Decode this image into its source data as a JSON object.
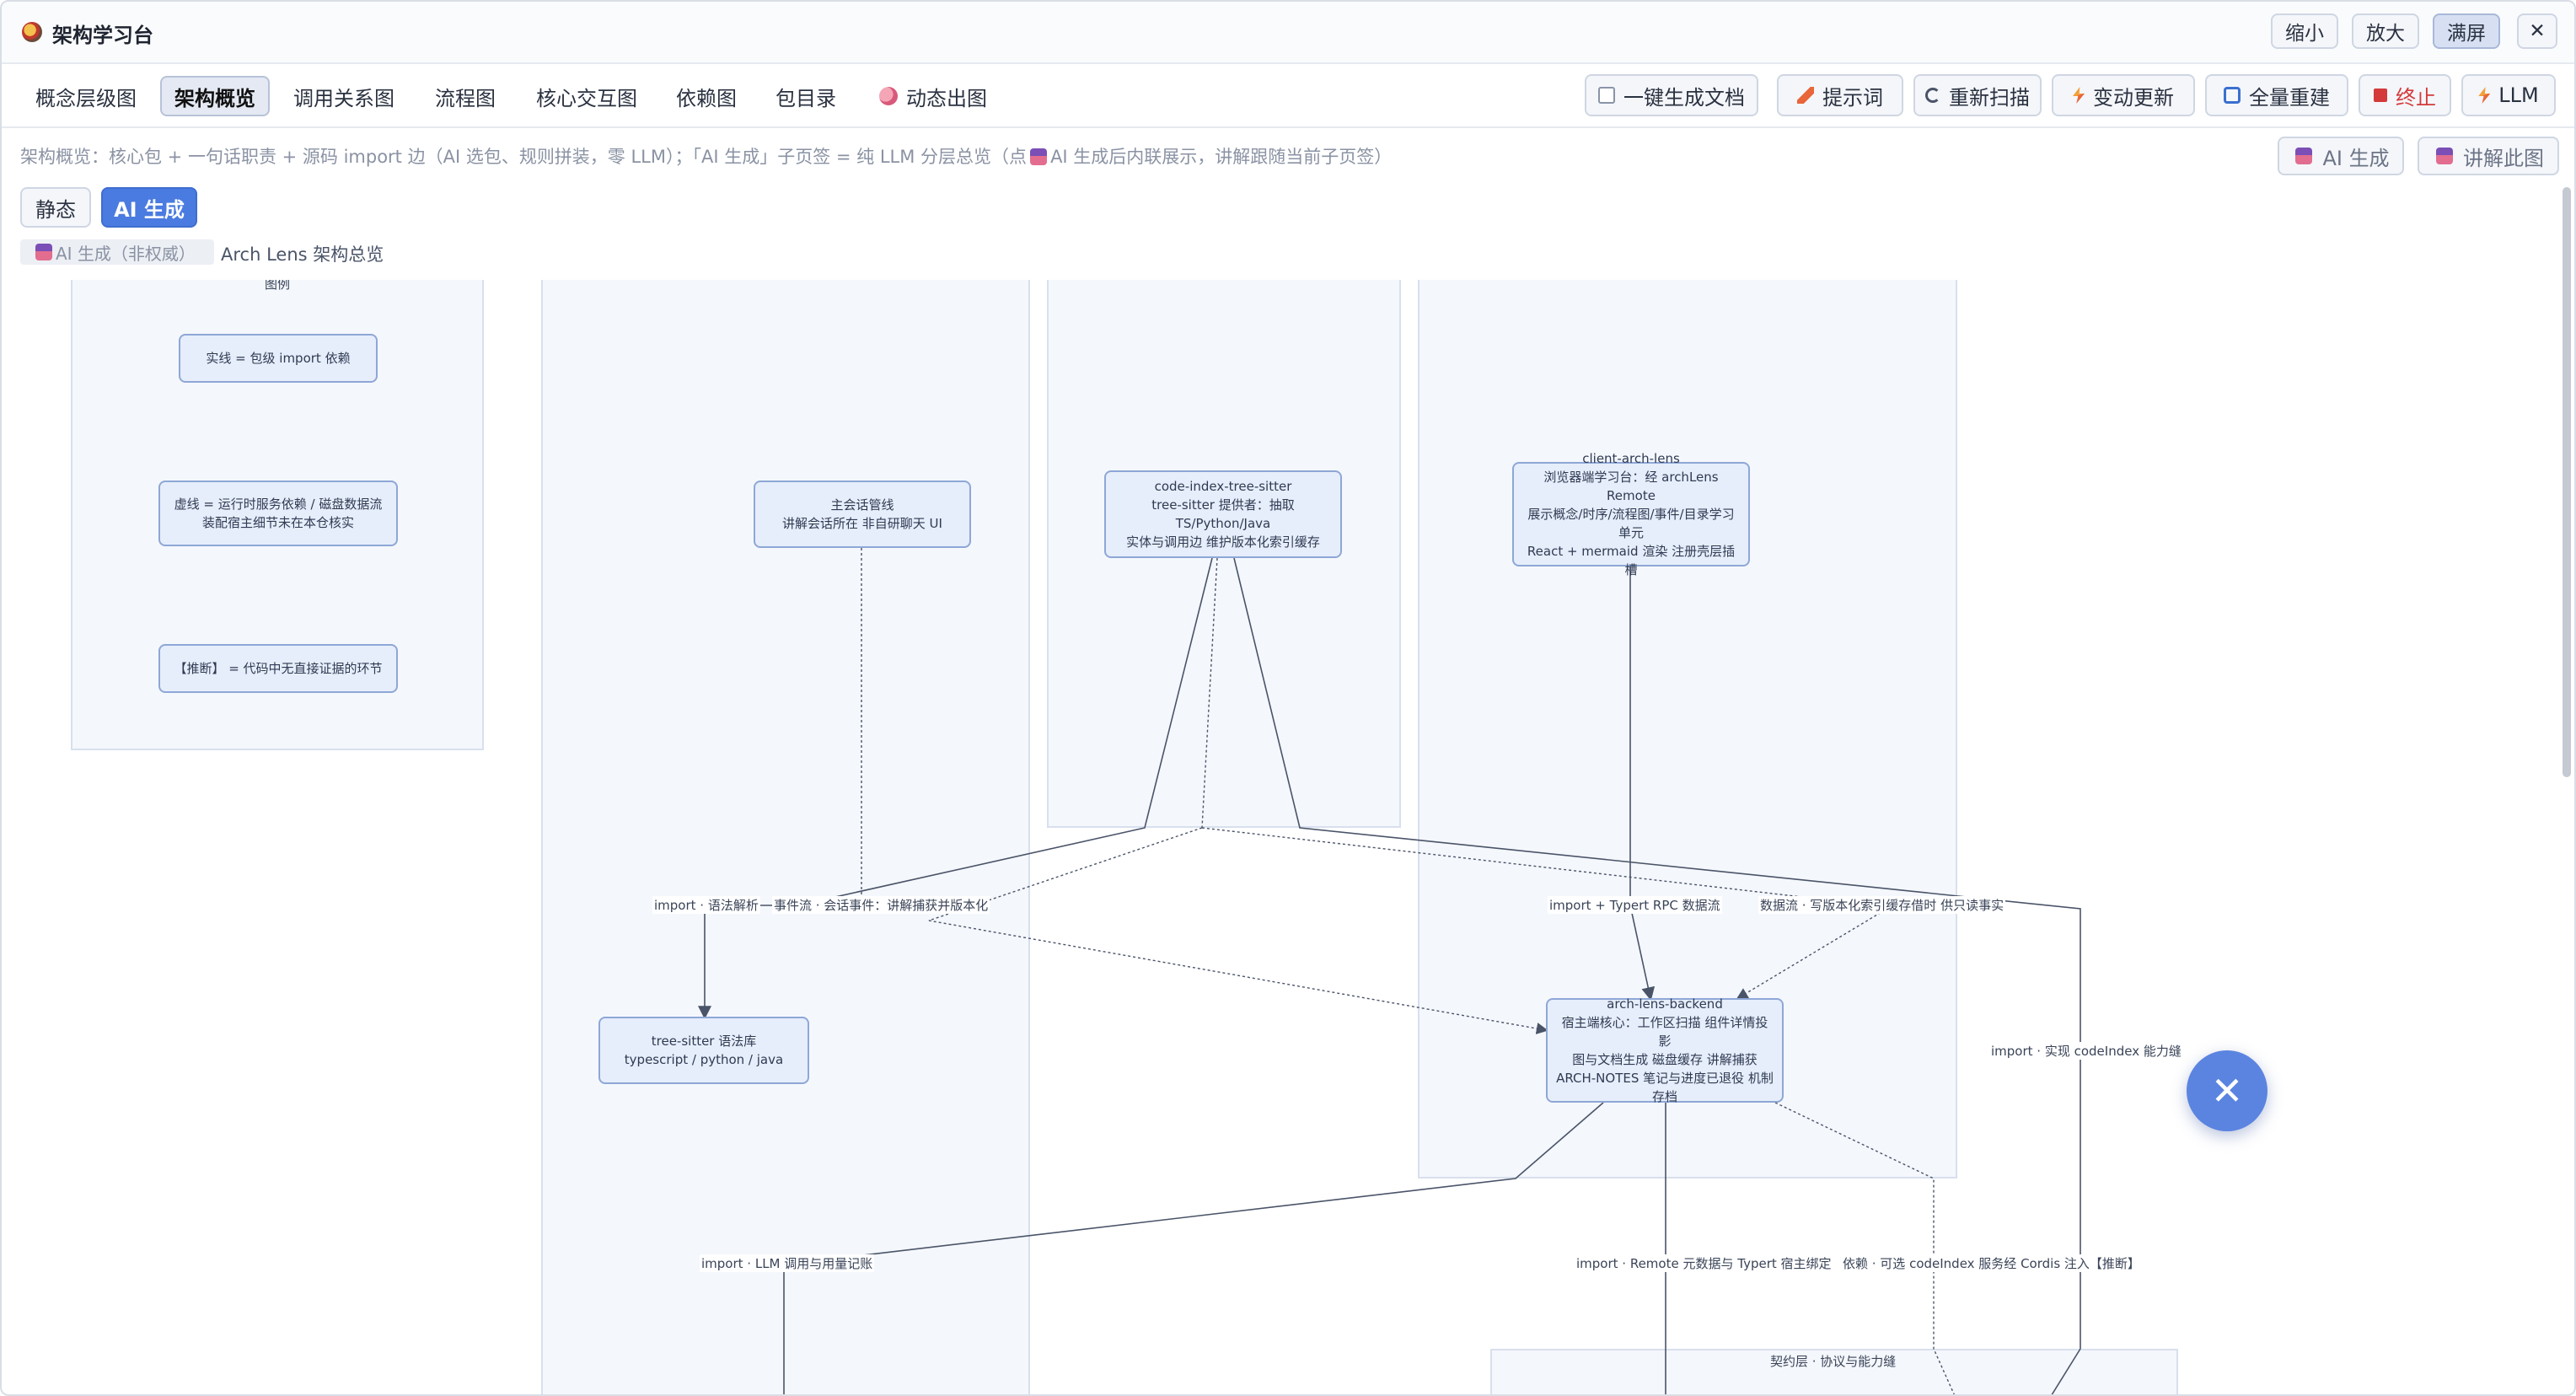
{
  "window": {
    "title": "架构学习台",
    "buttons": {
      "zoom_out": "缩小",
      "zoom_in": "放大",
      "fullscreen": "满屏",
      "close": "✕"
    }
  },
  "tabs": [
    "概念层级图",
    "架构概览",
    "调用关系图",
    "流程图",
    "核心交互图",
    "依赖图",
    "包目录",
    "动态出图"
  ],
  "active_tab": "架构概览",
  "toolbar": {
    "generate_docs": "一键生成文档",
    "prompts": "提示词",
    "rescan": "重新扫描",
    "incremental": "变动更新",
    "full_rebuild": "全量重建",
    "stop": "终止",
    "llm": "LLM"
  },
  "info": {
    "part1": "架构概览：核心包 + 一句话职责 + 源码 import 边（AI 选包、规则拼装，零 LLM）；「AI 生成」子页签 = 纯 LLM 分层总览（点",
    "part2": "AI 生成后内联展示，讲解跟随当前子页签）"
  },
  "side_buttons": {
    "ai_generate": "AI 生成",
    "explain": "讲解此图"
  },
  "modes": {
    "static": "静态",
    "ai": "AI 生成"
  },
  "badge": "AI 生成（非权威）",
  "subtitle": "Arch Lens 架构总览",
  "diagram": {
    "legend": {
      "title": "图例",
      "solid": "实线 = 包级 import 依赖",
      "dashed_1": "虚线 = 运行时服务依赖 / 磁盘数据流",
      "dashed_2": "装配宿主细节未在本仓核实",
      "inferred": "【推断】 = 代码中无直接证据的环节"
    },
    "nodes": {
      "session": {
        "title": "主会话管线",
        "desc": "讲解会话所在 非自研聊天 UI"
      },
      "treesitter_idx": {
        "title": "code-index-tree-sitter",
        "l1": "tree-sitter 提供者：抽取 TS/Python/Java",
        "l2": "实体与调用边 维护版本化索引缓存"
      },
      "client": {
        "title": "client-arch-lens",
        "l1": "浏览器端学习台：经 archLens Remote",
        "l2": "展示概念/时序/流程图/事件/目录学习单元",
        "l3": "React + mermaid 渲染 注册壳层插槽"
      },
      "treesitter_lib": {
        "title": "tree-sitter 语法库",
        "desc": "typescript / python / java"
      },
      "backend": {
        "title": "arch-lens-backend",
        "l1": "宿主端核心：工作区扫描 组件详情投影",
        "l2": "图与文档生成 磁盘缓存 讲解捕获",
        "l3": "ARCH-NOTES 笔记与进度已退役 机制存档"
      }
    },
    "edge_labels": {
      "import_parse": "import · 语法解析",
      "event_flow": "事件流 · 会话事件：讲解捕获并版本化",
      "import_rpc": "import + Typert RPC 数据流",
      "data_flow": "数据流 · 写版本化索引缓存借时 供只读事实",
      "import_codeindex": "import · 实现 codeIndex 能力缝",
      "import_llm": "import · LLM 调用与用量记账",
      "import_remote": "import · Remote 元数据与 Typert 宿主绑定",
      "dep_cordis": "依赖 · 可选 codeIndex 服务经 Cordis 注入【推断】"
    },
    "group_labels": {
      "contract": "契约层 · 协议与能力缝"
    }
  },
  "fab": {
    "icon": "close-icon"
  }
}
